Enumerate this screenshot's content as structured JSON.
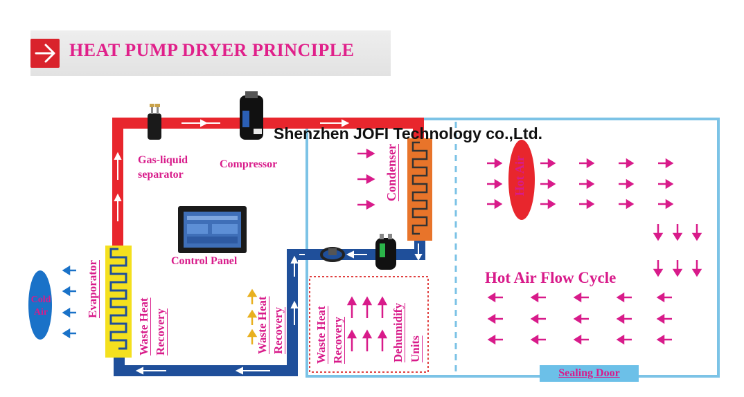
{
  "header": {
    "title": "HEAT PUMP DRYER PRINCIPLE",
    "icon": "arrow-right-icon"
  },
  "watermark": "Shenzhen JOFI Technology co.,Ltd.",
  "labels": {
    "gas_liquid_separator": [
      "Gas-liquid",
      "separator"
    ],
    "compressor": "Compressor",
    "control_panel": "Control Panel",
    "condenser": "Condenser",
    "hot_air": "Hot Air",
    "hot_air_flow_cycle": "Hot Air Flow Cycle",
    "evaporator": "Evaporator",
    "waste_heat_recovery": "Waste Heat Recovery",
    "cold_air": [
      "Cold",
      "Air"
    ],
    "dehumidify_units": "Dehumidify Units",
    "sealing_door": "Sealing Door"
  },
  "colors": {
    "hot_pipe": "#e8262d",
    "cold_pipe": "#1f4f9a",
    "chamber_border": "#7cc3e6",
    "label_pink": "#d81b8a",
    "condenser": "#e8742a",
    "evaporator": "#f4e01e",
    "hot_air_oval": "#e8262d",
    "cold_air_oval": "#1a72c8"
  }
}
